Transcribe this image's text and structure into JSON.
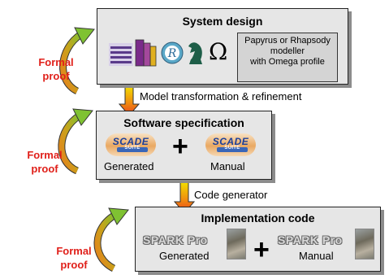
{
  "system_design": {
    "title": "System design",
    "modeller_lines": [
      "Papyrus or Rhapsody",
      "modeller",
      "with Omega profile"
    ]
  },
  "software_spec": {
    "title": "Software specification",
    "logo_text": "SCADE",
    "logo_sub": "SUITE",
    "left_label": "Generated",
    "right_label": "Manual",
    "plus": "+"
  },
  "implementation": {
    "title": "Implementation code",
    "logo_text": "SPARK Pro",
    "left_label": "Generated",
    "right_label": "Manual",
    "plus": "+"
  },
  "arrows": {
    "transformation": "Model transformation & refinement",
    "codegen": "Code generator"
  },
  "formal_proof": [
    "Formal",
    "proof"
  ],
  "icons": [
    "uml-logo",
    "book-stack-icon",
    "r-circle-icon",
    "chess-knight-icon",
    "omega-icon"
  ],
  "colors": {
    "formal_proof": "#e0201a",
    "panel": "#e6e6e6",
    "arrow_top": "#f2e600",
    "arrow_bottom": "#e8401a"
  }
}
